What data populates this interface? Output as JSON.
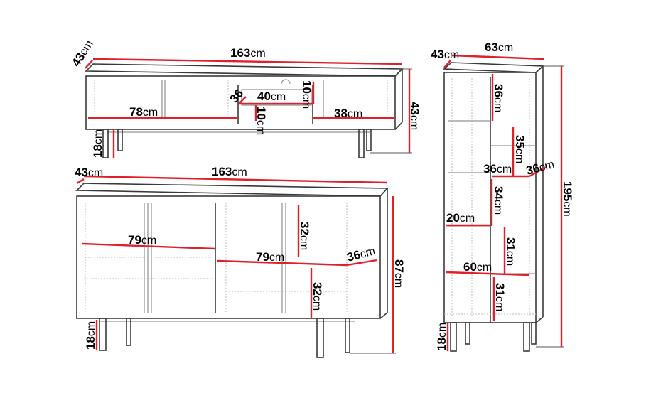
{
  "tv_unit": {
    "depth": {
      "num": "43",
      "unit": "cm"
    },
    "width": {
      "num": "163",
      "unit": "cm"
    },
    "height": {
      "num": "43",
      "unit": "cm"
    },
    "shelf_width": {
      "num": "78",
      "unit": "cm"
    },
    "drawer_depth": {
      "num": "36",
      "unit": "cm"
    },
    "drawer_width": {
      "num": "40",
      "unit": "cm"
    },
    "drawer_height": {
      "num": "10",
      "unit": "cm"
    },
    "niche_height": {
      "num": "10",
      "unit": "cm"
    },
    "right_width": {
      "num": "38",
      "unit": "cm"
    },
    "leg_height": {
      "num": "18",
      "unit": "cm"
    }
  },
  "sideboard": {
    "depth": {
      "num": "43",
      "unit": "cm"
    },
    "width": {
      "num": "163",
      "unit": "cm"
    },
    "height": {
      "num": "87",
      "unit": "cm"
    },
    "left_shelf": {
      "num": "79",
      "unit": "cm"
    },
    "right_shelf": {
      "num": "79",
      "unit": "cm"
    },
    "upper_gap": {
      "num": "32",
      "unit": "cm"
    },
    "lower_gap": {
      "num": "32",
      "unit": "cm"
    },
    "shelf_depth": {
      "num": "36",
      "unit": "cm"
    },
    "leg_height": {
      "num": "18",
      "unit": "cm"
    }
  },
  "bookcase": {
    "depth": {
      "num": "43",
      "unit": "cm"
    },
    "width": {
      "num": "63",
      "unit": "cm"
    },
    "height": {
      "num": "195",
      "unit": "cm"
    },
    "gap_1": {
      "num": "36",
      "unit": "cm"
    },
    "gap_2": {
      "num": "35",
      "unit": "cm"
    },
    "shelf_w": {
      "num": "36",
      "unit": "cm"
    },
    "shelf_d": {
      "num": "36",
      "unit": "cm"
    },
    "gap_3": {
      "num": "34",
      "unit": "cm"
    },
    "small_w": {
      "num": "20",
      "unit": "cm"
    },
    "gap_4": {
      "num": "31",
      "unit": "cm"
    },
    "base_w": {
      "num": "60",
      "unit": "cm"
    },
    "gap_5": {
      "num": "31",
      "unit": "cm"
    },
    "leg_height": {
      "num": "18",
      "unit": "cm"
    }
  },
  "colors": {
    "dimension": "#e0202a",
    "outline": "#3a3a3a"
  }
}
